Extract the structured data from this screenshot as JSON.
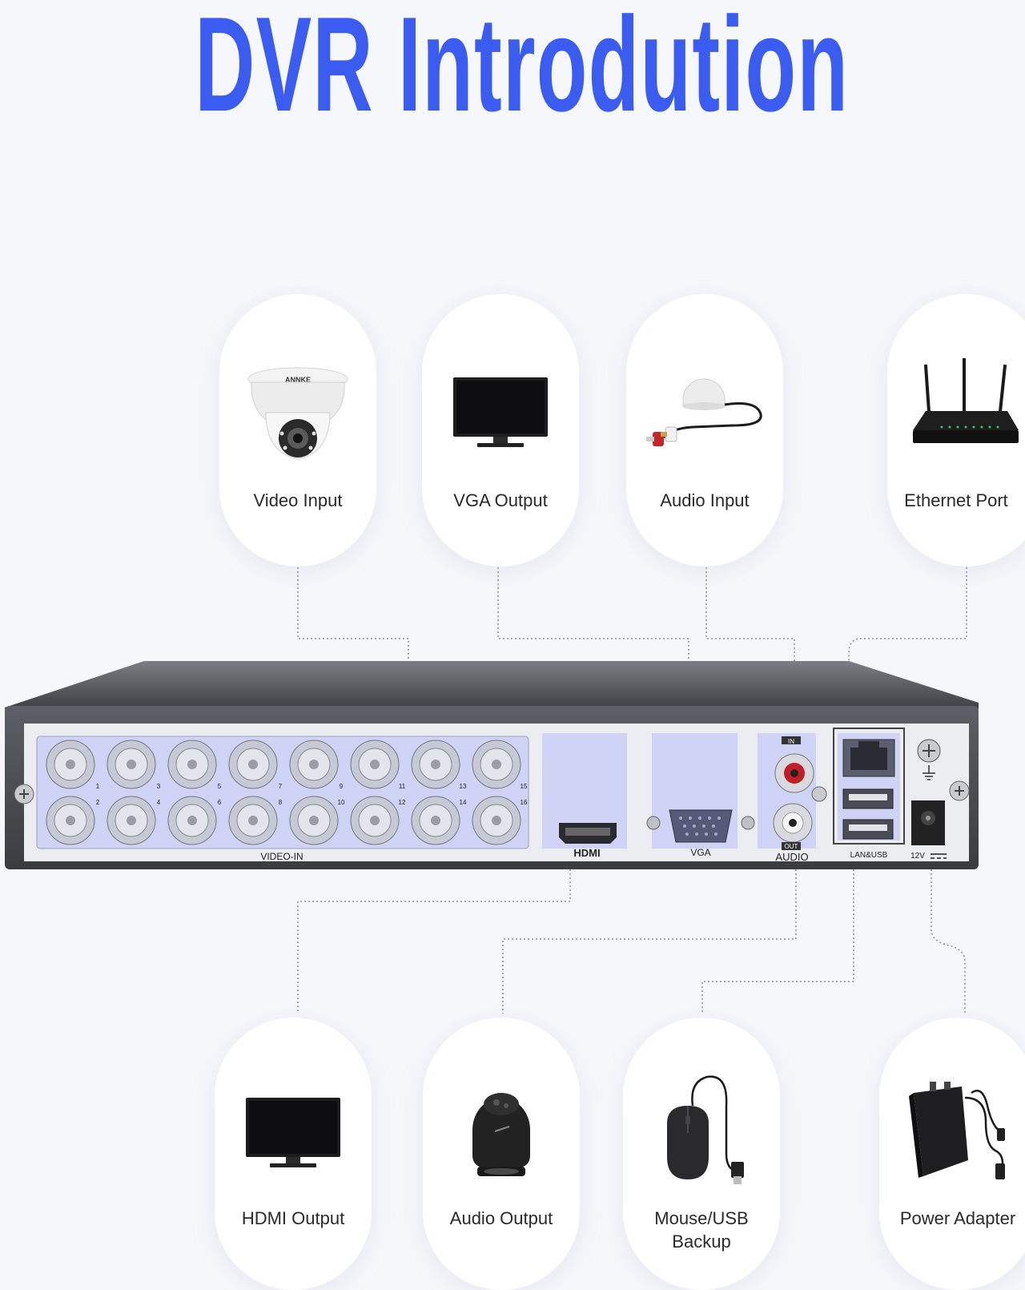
{
  "title": "DVR Introdution",
  "top_cards": [
    {
      "label": "Video Input",
      "icon": "dome-camera-icon"
    },
    {
      "label": "VGA Output",
      "icon": "monitor-icon"
    },
    {
      "label": "Audio Input",
      "icon": "microphone-icon"
    },
    {
      "label": "Ethernet Port",
      "icon": "router-icon"
    }
  ],
  "bottom_cards": [
    {
      "label": "HDMI Output",
      "icon": "monitor-icon"
    },
    {
      "label": "Audio Output",
      "icon": "speaker-icon"
    },
    {
      "label": "Mouse/USB Backup",
      "line1": "Mouse/USB",
      "line2": "Backup",
      "icon": "mouse-icon"
    },
    {
      "label": "Power Adapter",
      "icon": "power-adapter-icon"
    }
  ],
  "dvr_panel": {
    "video_in_label": "VIDEO-IN",
    "hdmi_label": "HDMI",
    "vga_label": "VGA",
    "audio_label": "AUDIO",
    "audio_in_tag": "IN",
    "audio_out_tag": "OUT",
    "lan_usb_label": "LAN&USB",
    "power_label": "12V",
    "camera_brand": "ANNKE",
    "channel_numbers_top": [
      "1",
      "3",
      "5",
      "7",
      "9",
      "11",
      "13",
      "15"
    ],
    "channel_numbers_bottom": [
      "2",
      "4",
      "6",
      "8",
      "10",
      "12",
      "14",
      "16"
    ]
  },
  "colors": {
    "title_blue": "#3b5cf0",
    "port_highlight": "#cfd3f5",
    "card_bg": "#ffffff"
  }
}
